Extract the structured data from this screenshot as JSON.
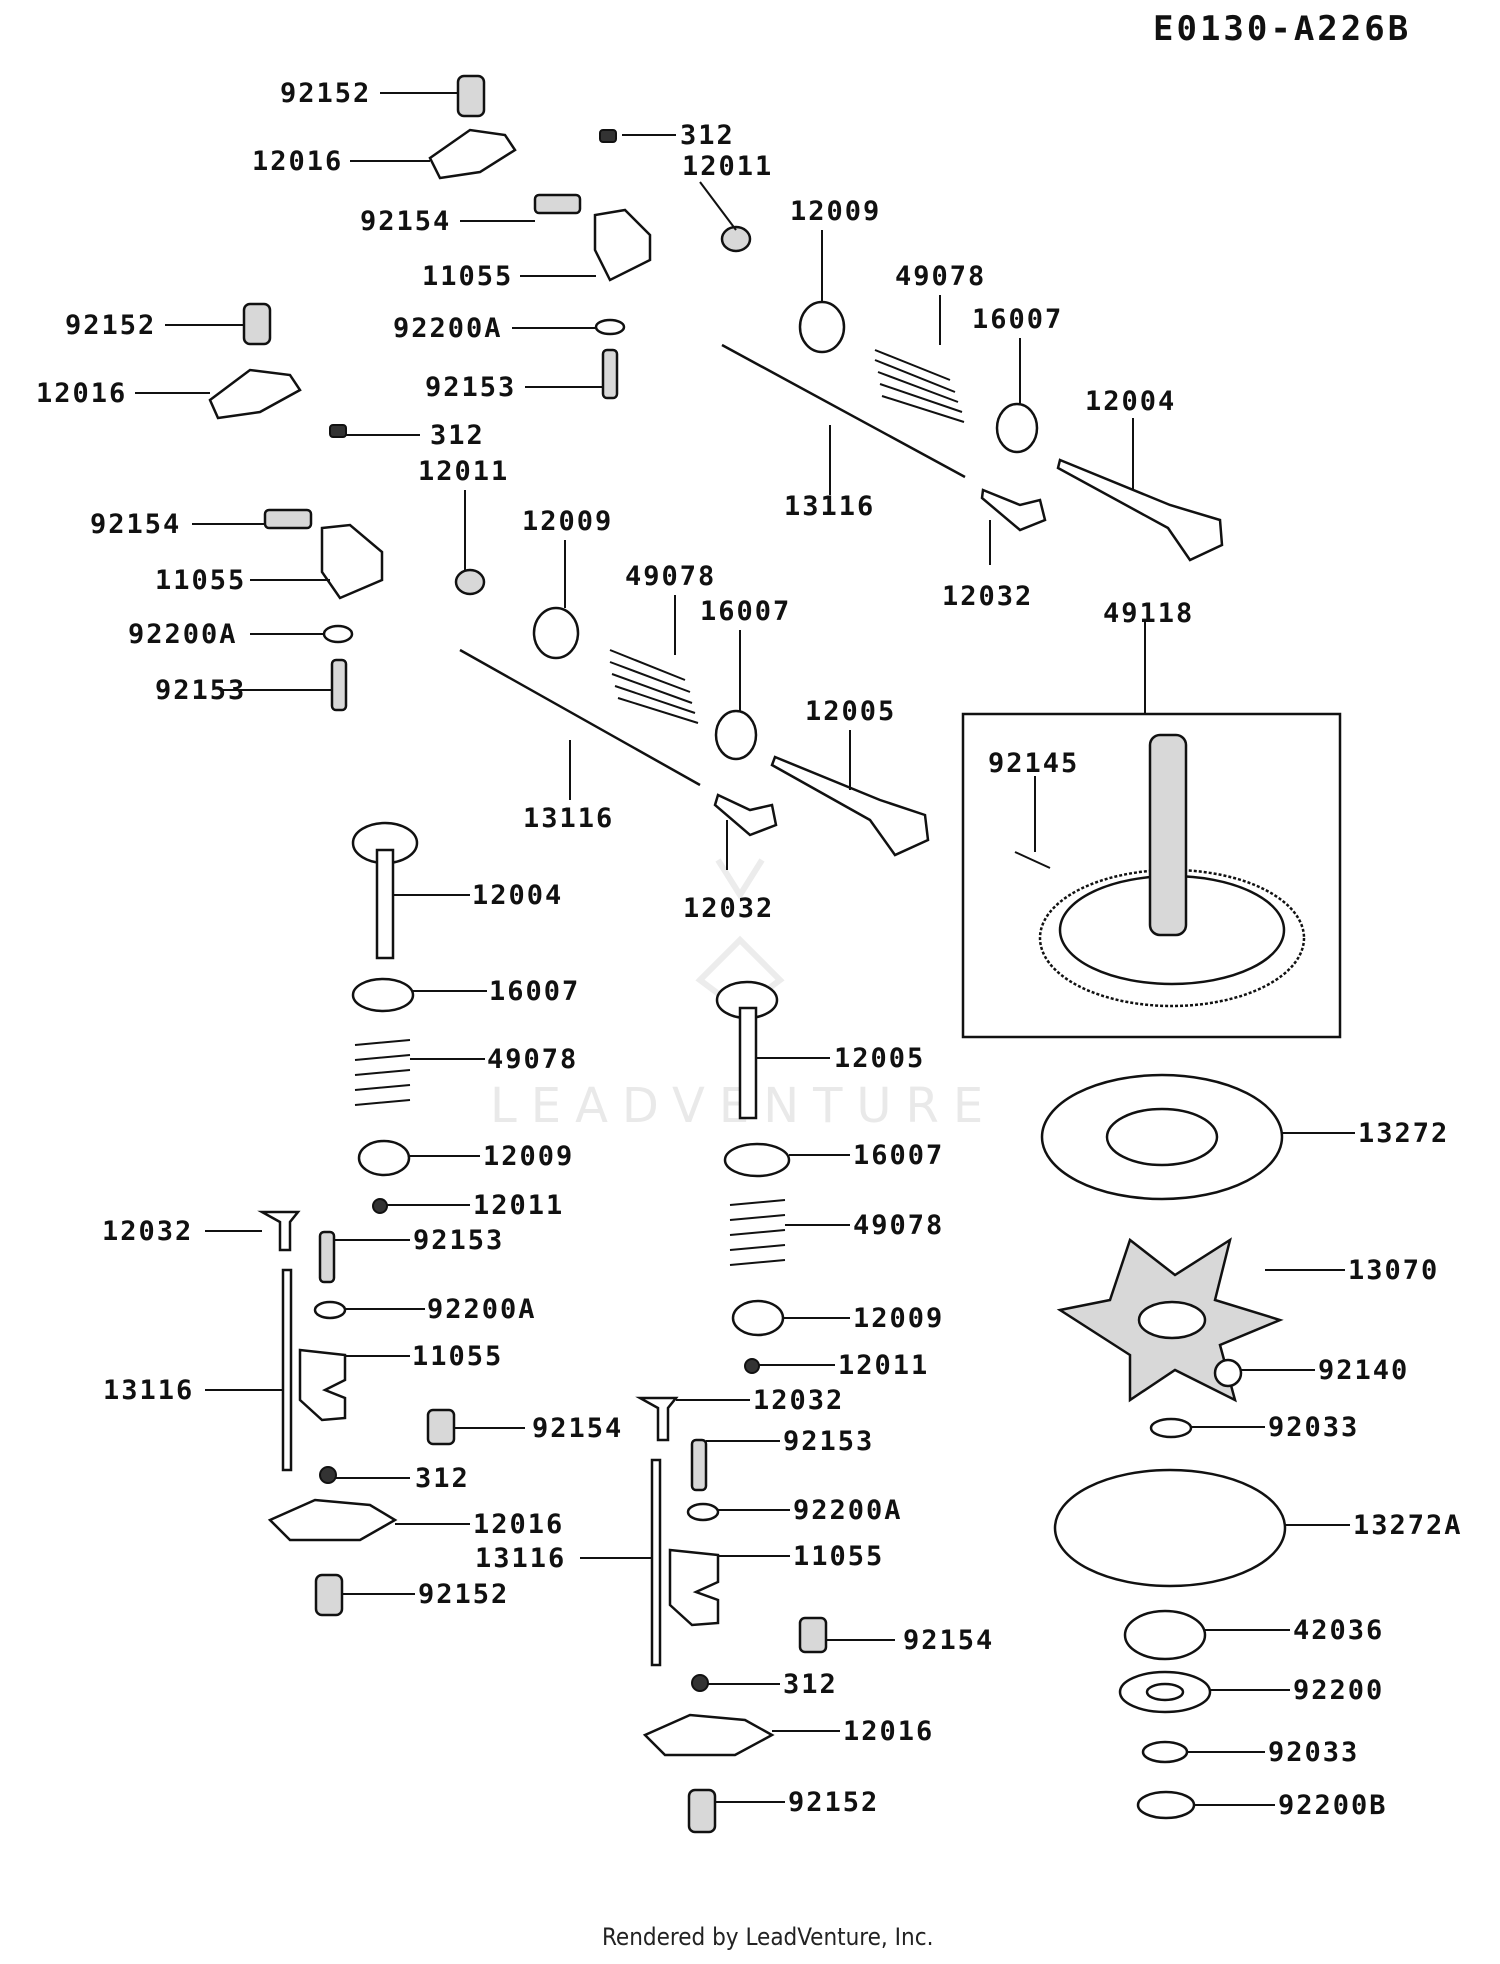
{
  "diagram_code": "E0130-A226B",
  "footer": "Rendered by LeadVenture, Inc.",
  "watermark": "LEADVENTURE",
  "callouts": {
    "c1": "92152",
    "c2": "12016",
    "c3": "312",
    "c4": "12011",
    "c5": "92154",
    "c6": "11055",
    "c7": "12009",
    "c8": "49078",
    "c9": "92200A",
    "c10": "16007",
    "c11": "92153",
    "c12": "12004",
    "c13": "13116",
    "c14": "12032",
    "c15": "92152",
    "c16": "12016",
    "c17": "312",
    "c18": "12011",
    "c19": "92154",
    "c20": "12009",
    "c21": "49078",
    "c22": "11055",
    "c23": "16007",
    "c24": "92200A",
    "c25": "92153",
    "c26": "12005",
    "c27": "13116",
    "c28": "12032",
    "c29": "49118",
    "c30": "92145",
    "c31": "12004",
    "c32": "16007",
    "c33": "49078",
    "c34": "12009",
    "c35": "12011",
    "c36": "12032",
    "c37": "92153",
    "c38": "92200A",
    "c39": "11055",
    "c40": "13116",
    "c41": "92154",
    "c42": "312",
    "c43": "12016",
    "c44": "92152",
    "c45": "12005",
    "c46": "16007",
    "c47": "49078",
    "c48": "12009",
    "c49": "12011",
    "c50": "12032",
    "c51": "92153",
    "c52": "92200A",
    "c53": "13116",
    "c54": "11055",
    "c55": "92154",
    "c56": "312",
    "c57": "12016",
    "c58": "92152",
    "c59": "13272",
    "c60": "13070",
    "c61": "92140",
    "c62": "92033",
    "c63": "13272A",
    "c64": "42036",
    "c65": "92200",
    "c66": "92033",
    "c67": "92200B"
  }
}
